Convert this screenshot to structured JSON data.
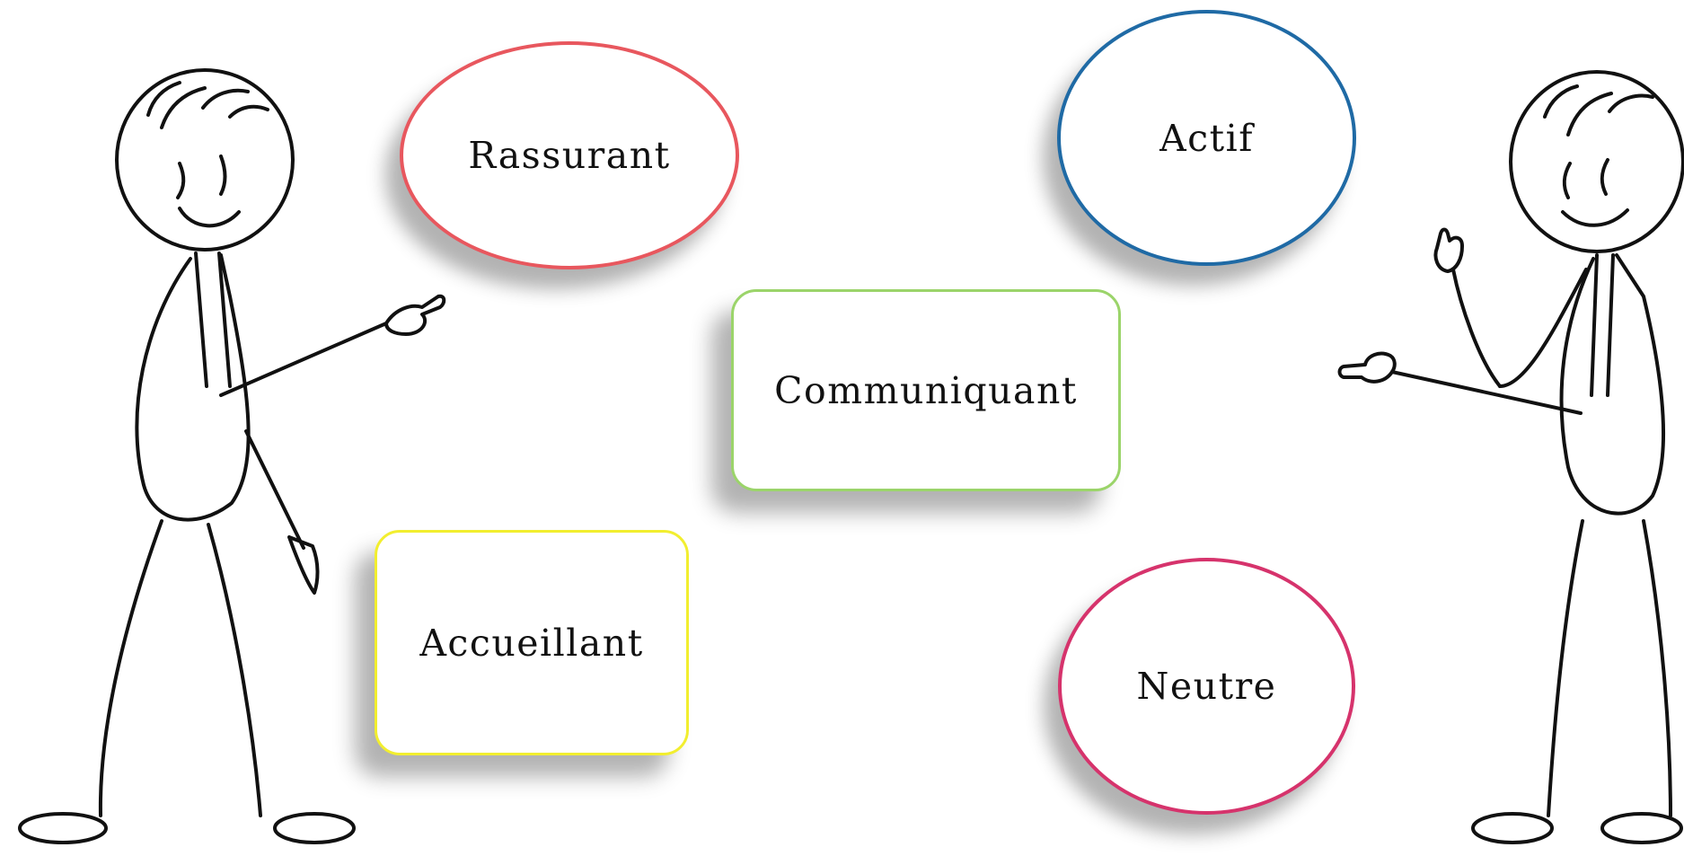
{
  "diagram": {
    "nodes": [
      {
        "id": "rassurant",
        "label": "Rassurant",
        "shape": "ellipse",
        "border_color": "#e8575e"
      },
      {
        "id": "actif",
        "label": "Actif",
        "shape": "ellipse",
        "border_color": "#1f6aa5"
      },
      {
        "id": "communiquant",
        "label": "Communiquant",
        "shape": "rounded-rectangle",
        "border_color": "#9bd46a"
      },
      {
        "id": "accueillant",
        "label": "Accueillant",
        "shape": "rounded-rectangle",
        "border_color": "#f2ee2f"
      },
      {
        "id": "neutre",
        "label": "Neutre",
        "shape": "ellipse",
        "border_color": "#d6336c"
      }
    ],
    "figures": [
      {
        "id": "left",
        "icon": "stick-figure-pointing-icon"
      },
      {
        "id": "right",
        "icon": "stick-figure-pointing-icon"
      }
    ]
  }
}
